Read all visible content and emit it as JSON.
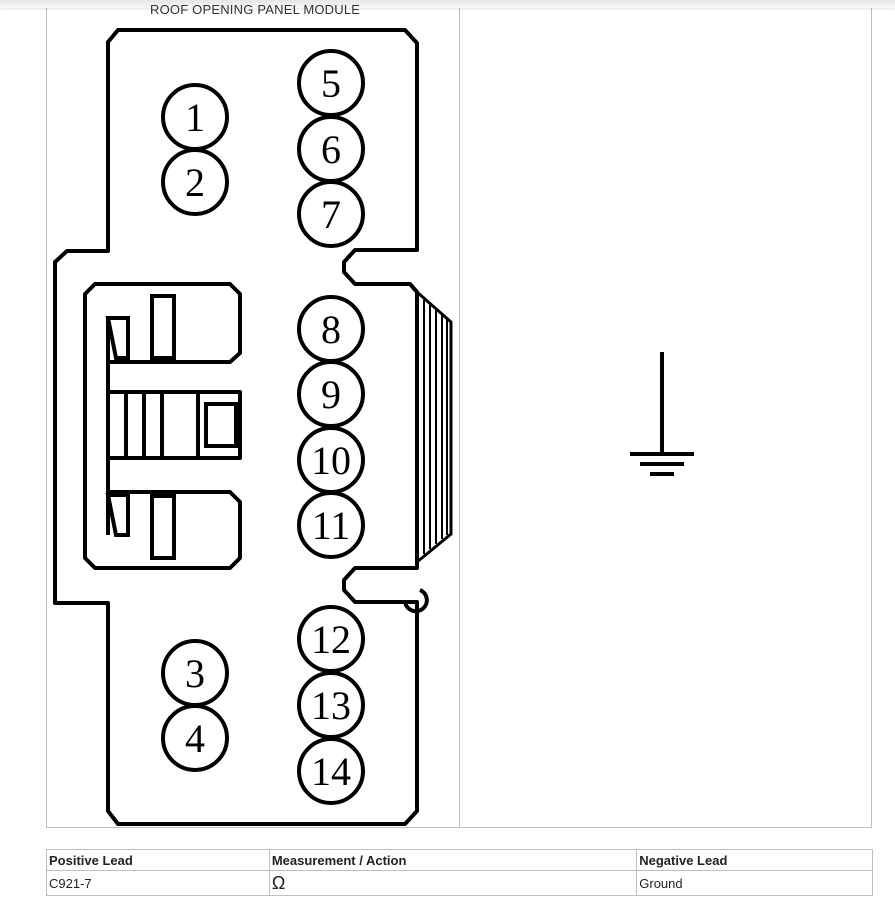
{
  "diagram": {
    "title": "ROOF OPENING PANEL MODULE",
    "pins": [
      {
        "label": "1"
      },
      {
        "label": "2"
      },
      {
        "label": "3"
      },
      {
        "label": "4"
      },
      {
        "label": "5"
      },
      {
        "label": "6"
      },
      {
        "label": "7"
      },
      {
        "label": "8"
      },
      {
        "label": "9"
      },
      {
        "label": "10"
      },
      {
        "label": "11"
      },
      {
        "label": "12"
      },
      {
        "label": "13"
      },
      {
        "label": "14"
      }
    ],
    "ground_icon": "ground-symbol-icon"
  },
  "table": {
    "headers": {
      "positive": "Positive Lead",
      "measurement": "Measurement / Action",
      "negative": "Negative Lead"
    },
    "row": {
      "positive": "C921-7",
      "measurement": "Ω",
      "negative": "Ground"
    }
  }
}
